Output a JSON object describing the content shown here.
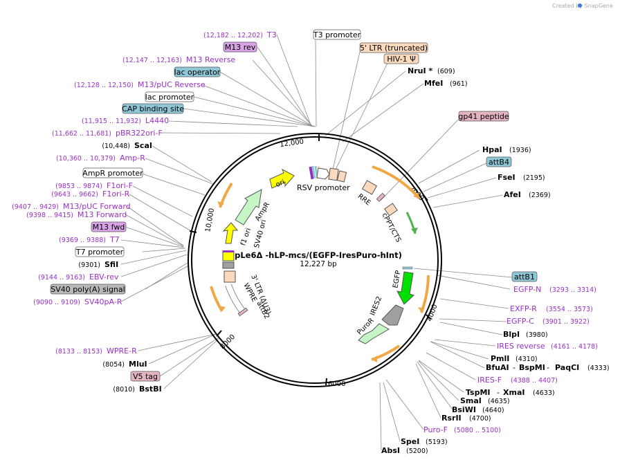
{
  "brand": "Created by  SnapGene",
  "plasmid": {
    "name": "pLe6Δ -hLP-mcs/(EGFP-IresPuro-hInt)",
    "length": "12,227 bp"
  },
  "ticks": [
    "12,000",
    "2000",
    "4000",
    "6000",
    "8000",
    "10,000"
  ],
  "colors": {
    "purple": "#9a2fc4",
    "box_purple": "#d9a3e8",
    "box_blue": "#8fc7d6",
    "box_orange": "#fbd9bd",
    "box_pink": "#e3b3c0",
    "box_grey": "#b8b8b8",
    "orange_arc": "#f0a847",
    "yellow": "#ffff00",
    "green_light": "#c6f5c6",
    "green": "#00e000"
  },
  "inner_features": [
    "ori",
    "AmpR",
    "f1 ori",
    "SV40 ori",
    "RSV promoter",
    "RRE",
    "cPPT/CTS",
    "EGFP",
    "IRES2",
    "PuroR",
    "3' LTR (ΔU3)",
    "WPRE",
    "attB2"
  ],
  "left_labels": [
    {
      "range": "(12,182 .. 12,202)",
      "name": "T3"
    },
    {
      "name": "M13 rev"
    },
    {
      "range": "(12,147 .. 12,163)",
      "name": "M13 Reverse"
    },
    {
      "name": "lac operator"
    },
    {
      "range": "(12,128 .. 12,150)",
      "name": "M13/pUC Reverse"
    },
    {
      "name": "lac promoter"
    },
    {
      "name": "CAP binding site"
    },
    {
      "range": "(11,915 .. 11,932)",
      "name": "L4440"
    },
    {
      "range": "(11,662 .. 11,681)",
      "name": "pBR322ori-F"
    },
    {
      "pos": "(10,448)",
      "name": "ScaI"
    },
    {
      "range": "(10,360 .. 10,379)",
      "name": "Amp-R"
    },
    {
      "name": "AmpR promoter"
    },
    {
      "range": "(9853 .. 9874)",
      "name": "F1ori-F"
    },
    {
      "range": "(9643 .. 9662)",
      "name": "F1ori-R"
    },
    {
      "range": "(9407 .. 9429)",
      "name": "M13/pUC Forward"
    },
    {
      "range": "(9398 .. 9415)",
      "name": "M13 Forward"
    },
    {
      "name": "M13 fwd"
    },
    {
      "range": "(9369 .. 9388)",
      "name": "T7"
    },
    {
      "name": "T7 promoter"
    },
    {
      "pos": "(9301)",
      "name": "SfiI"
    },
    {
      "range": "(9144 .. 9163)",
      "name": "EBV-rev"
    },
    {
      "name": "SV40 poly(A) signal"
    },
    {
      "range": "(9090 .. 9109)",
      "name": "SV40pA-R"
    },
    {
      "range": "(8133 .. 8153)",
      "name": "WPRE-R"
    },
    {
      "pos": "(8054)",
      "name": "MluI"
    },
    {
      "name": "V5 tag"
    },
    {
      "pos": "(8010)",
      "name": "BstBI"
    }
  ],
  "right_labels": [
    {
      "name": "T3 promoter"
    },
    {
      "name": "5' LTR (truncated)"
    },
    {
      "name": "HIV-1 Ψ"
    },
    {
      "name": "NruI *",
      "pos": "(609)"
    },
    {
      "name": "MfeI",
      "pos": "(961)"
    },
    {
      "name": "gp41 peptide"
    },
    {
      "name": "HpaI",
      "pos": "(1936)"
    },
    {
      "name": "attB4"
    },
    {
      "name": "FseI",
      "pos": "(2195)"
    },
    {
      "name": "AfeI",
      "pos": "(2369)"
    },
    {
      "name": "attB1"
    },
    {
      "name": "EGFP-N",
      "range": "(3293 .. 3314)"
    },
    {
      "name": "EXFP-R",
      "range": "(3554 .. 3573)"
    },
    {
      "name": "EGFP-C",
      "range": "(3901 .. 3922)"
    },
    {
      "name": "BlpI",
      "pos": "(3980)"
    },
    {
      "name": "IRES reverse",
      "range": "(4161 .. 4178)"
    },
    {
      "name": "PmlI",
      "pos": "(4310)"
    },
    {
      "name": "BfuAI",
      "sep": "-",
      "name2": "BspMI",
      "sep2": "-",
      "name3": "PaqCI",
      "pos": "(4333)"
    },
    {
      "name": "IRES-F",
      "range": "(4388 .. 4407)"
    },
    {
      "name": "TspMI",
      "sep": "-",
      "name2": "XmaI",
      "pos": "(4633)"
    },
    {
      "name": "SmaI",
      "pos": "(4635)"
    },
    {
      "name": "BsiWI",
      "pos": "(4640)"
    },
    {
      "name": "RsrII",
      "pos": "(4700)"
    },
    {
      "name": "Puro-F",
      "range": "(5080 .. 5100)"
    },
    {
      "name": "SpeI",
      "pos": "(5193)"
    },
    {
      "name": "AbsI",
      "pos": "(5200)"
    }
  ]
}
